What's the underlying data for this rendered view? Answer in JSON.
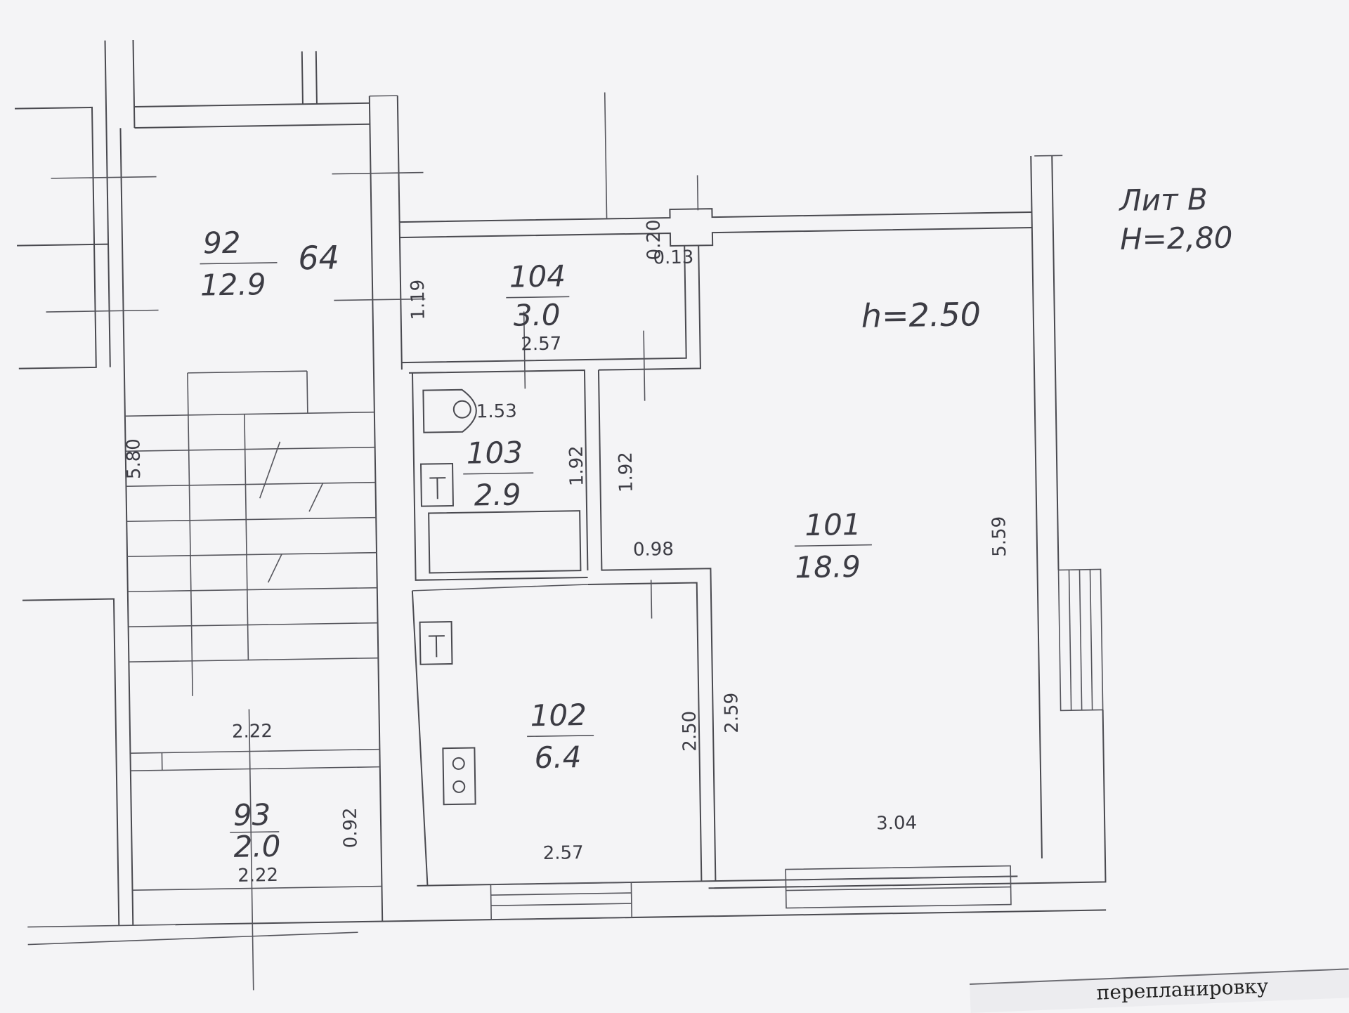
{
  "title": {
    "liter": "Лит В",
    "height": "Н=2,80"
  },
  "ceiling_height": "h=2.50",
  "rooms": [
    {
      "id": "room-101",
      "number": "101",
      "area": "18.9"
    },
    {
      "id": "room-102",
      "number": "102",
      "area": "6.4"
    },
    {
      "id": "room-103",
      "number": "103",
      "area": "2.9"
    },
    {
      "id": "room-104",
      "number": "104",
      "area": "3.0"
    },
    {
      "id": "room-92",
      "number": "92",
      "area": "12.9"
    },
    {
      "id": "room-93",
      "number": "93",
      "area": "2.0"
    }
  ],
  "stair_label": "64",
  "dimensions": {
    "d_1_19": "1.19",
    "d_0_20": "0.20",
    "d_0_13": "0.13",
    "d_2_57_top": "2.57",
    "d_1_53": "1.53",
    "d_1_92_left": "1.92",
    "d_1_92_right": "1.92",
    "d_0_98": "0.98",
    "d_5_59": "5.59",
    "d_2_59": "2.59",
    "d_2_50": "2.50",
    "d_2_57_bottom": "2.57",
    "d_3_04": "3.04",
    "d_5_80": "5.80",
    "d_2_22_top": "2.22",
    "d_2_22_bottom": "2.22",
    "d_0_92": "0.92"
  },
  "footer_text": "перепланировку"
}
